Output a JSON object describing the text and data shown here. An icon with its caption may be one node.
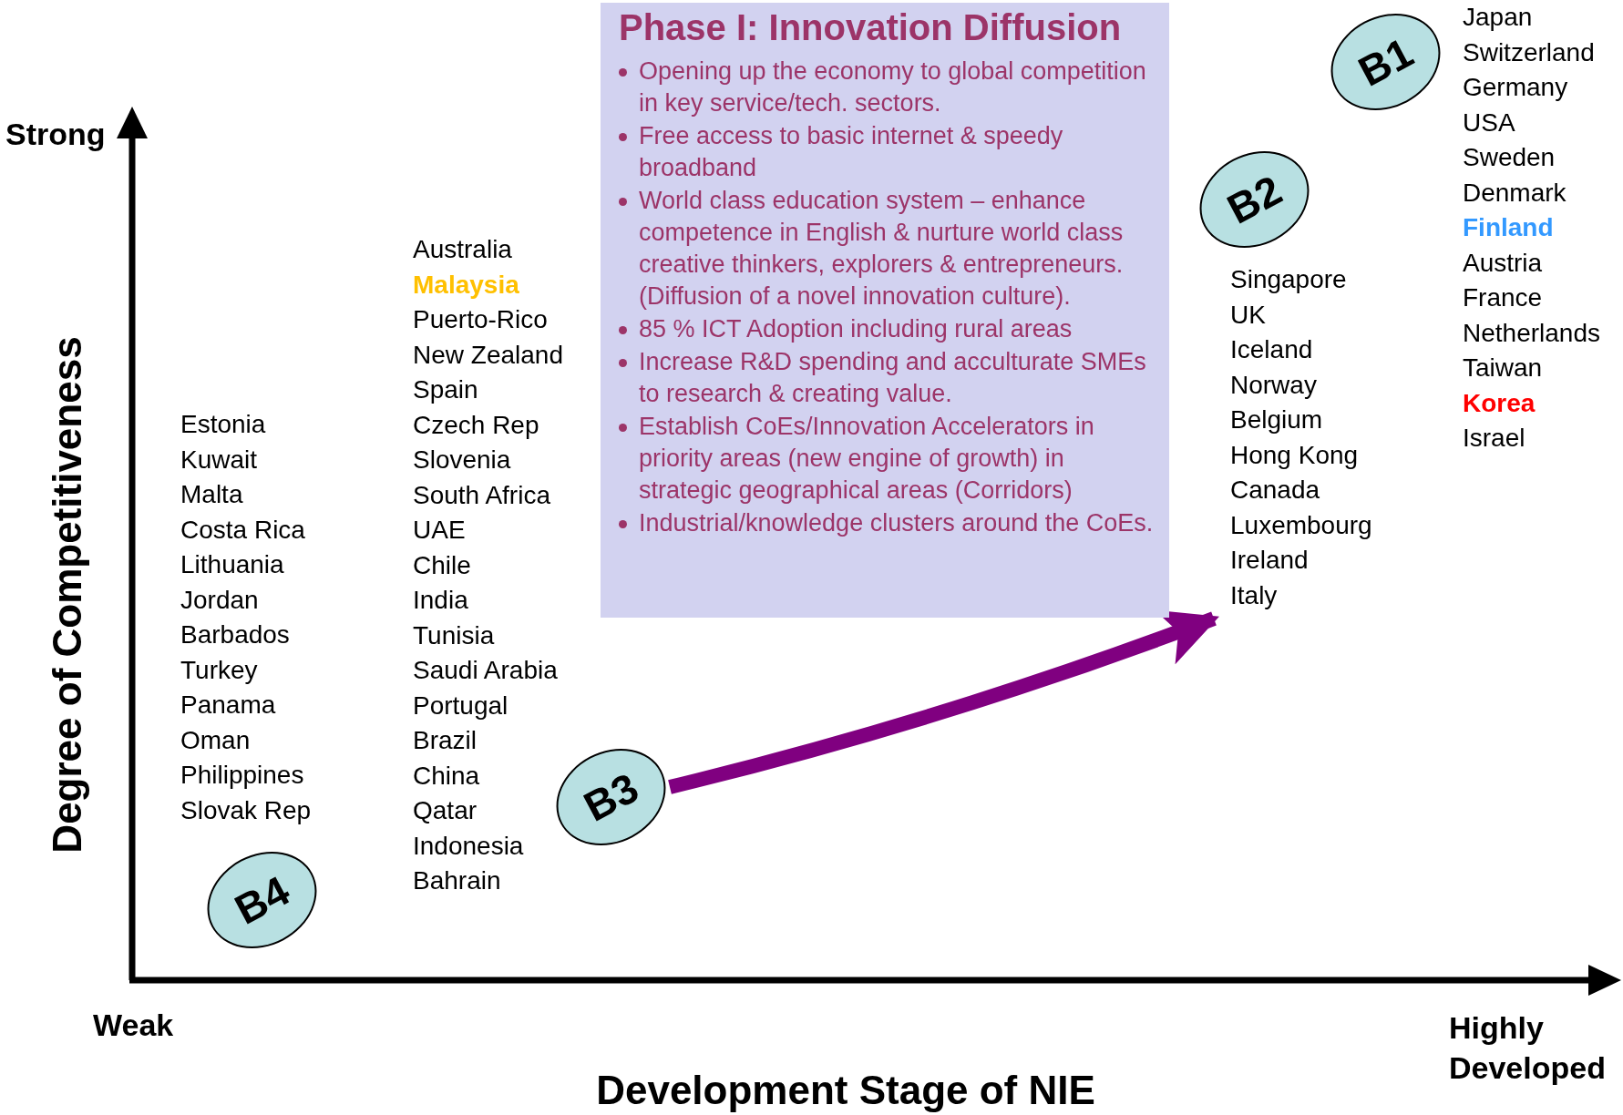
{
  "diagram": {
    "nodes": [
      {
        "text": [
          "Phase I: Innovation Diffusion",
          "Opening up the economy to global competition in key service/tech. sectors.",
          "Free access to basic internet & speedy broadband",
          "World class education system – enhance competence in English & nurture world class creative thinkers, explorers & entrepreneurs. (Diffusion of a novel innovation culture).",
          "85 % ICT Adoption including rural areas",
          "Increase R&D spending and acculturate SMEs to research & creating value.",
          "Establish CoEs/Innovation Accelerators in priority areas (new engine of growth) in strategic geographical areas (Corridors)",
          "Industrial/knowledge clusters around the CoEs."
        ]
      },
      {
        "text": [
          "B1"
        ],
        "beside": [
          "Japan",
          "Switzerland",
          "Germany",
          "USA",
          "Sweden",
          "Denmark",
          "Finland",
          "Austria",
          "France",
          "Netherlands",
          "Taiwan",
          "Korea",
          "Israel"
        ]
      },
      {
        "text": [
          "B2"
        ],
        "beside": [
          "Singapore",
          "UK",
          "Iceland",
          "Norway",
          "Belgium",
          "Hong Kong",
          "Canada",
          "Luxembourg",
          "Ireland",
          "Italy"
        ]
      },
      {
        "text": [
          "B3"
        ],
        "beside": [
          "Australia",
          "Malaysia",
          "Puerto-Rico",
          "New Zealand",
          "Spain",
          "Czech Rep",
          "Slovenia",
          "South Africa",
          "UAE",
          "Chile",
          "India",
          "Tunisia",
          "Saudi Arabia",
          "Portugal",
          "Brazil",
          "China",
          "Qatar",
          "Indonesia",
          "Bahrain"
        ]
      },
      {
        "text": [
          "B4"
        ],
        "beside": [
          "Estonia",
          "Kuwait",
          "Malta",
          "Costa Rica",
          "Lithuania",
          "Jordan",
          "Barbados",
          "Turkey",
          "Panama",
          "Oman",
          "Philippines",
          "Slovak Rep"
        ]
      }
    ],
    "edges": [
      {
        "from": 3,
        "to": 2,
        "arrow": "to",
        "color": "#800080"
      }
    ],
    "labels": [
      "Strong",
      "Degree of Competitiveness",
      "Weak",
      "Highly Developed",
      "Development Stage of NIE"
    ]
  }
}
